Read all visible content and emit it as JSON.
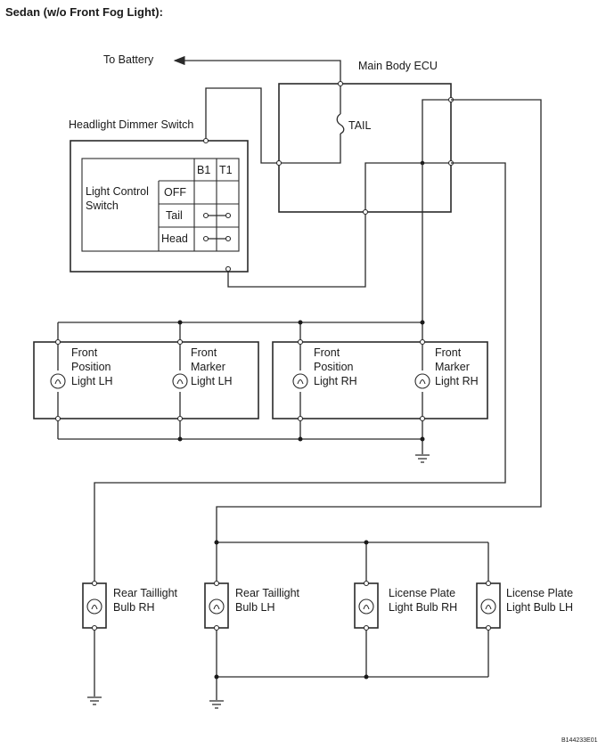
{
  "title": "Sedan (w/o Front Fog Light):",
  "to_battery": "To Battery",
  "ecu": {
    "label": "Main Body ECU",
    "fuse": "TAIL"
  },
  "dimmer": {
    "label": "Headlight Dimmer Switch",
    "col1": "B1",
    "col2": "T1",
    "control_line1": "Light Control",
    "control_line2": "Switch",
    "rows": [
      "OFF",
      "Tail",
      "Head"
    ]
  },
  "front_lights": [
    {
      "lines": [
        "Front",
        "Position",
        "Light LH"
      ]
    },
    {
      "lines": [
        "Front",
        "Marker",
        "Light LH"
      ]
    },
    {
      "lines": [
        "Front",
        "Position",
        "Light RH"
      ]
    },
    {
      "lines": [
        "Front",
        "Marker",
        "Light RH"
      ]
    }
  ],
  "rear_lights": [
    {
      "lines": [
        "Rear Taillight",
        "Bulb RH"
      ]
    },
    {
      "lines": [
        "Rear Taillight",
        "Bulb LH"
      ]
    },
    {
      "lines": [
        "License Plate",
        "Light Bulb RH"
      ]
    },
    {
      "lines": [
        "License Plate",
        "Light Bulb LH"
      ]
    }
  ],
  "figure_code": "B144233E01"
}
